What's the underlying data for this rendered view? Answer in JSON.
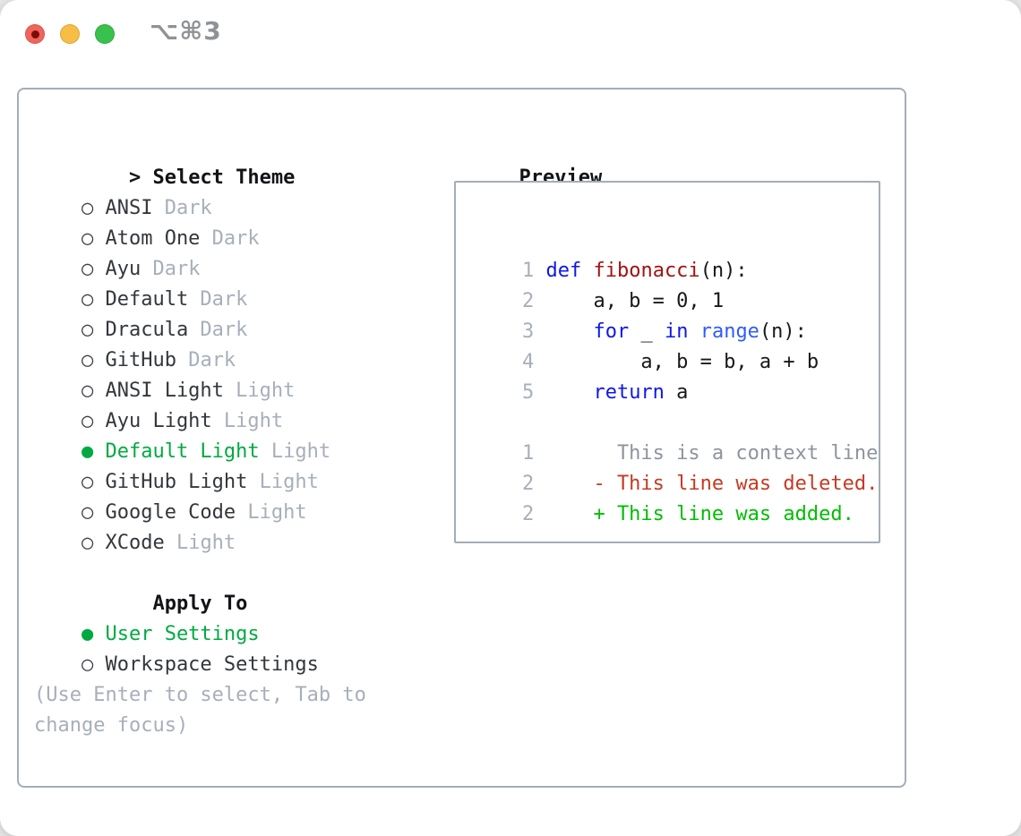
{
  "window": {
    "shortcut_label": "⌥⌘3"
  },
  "icons": {
    "selected_radio": "●",
    "unselected_radio": "○",
    "cursor_prefix": ">"
  },
  "colors": {
    "accent_green": "#00aa41",
    "added_green": "#00be00",
    "deleted_red": "#c53a22",
    "keyword_blue": "#0f17e8",
    "builtin_blue": "#2d5cff",
    "function_red": "#a31212",
    "muted_gray": "#a7afba",
    "border_gray": "#a4adb7",
    "traffic_close": "#f2635b",
    "traffic_minimize": "#f7bd45",
    "traffic_zoom": "#38c14c"
  },
  "theme_picker": {
    "title": "Select Theme",
    "items": [
      {
        "name": "ANSI",
        "variant": "Dark",
        "selected": false
      },
      {
        "name": "Atom One",
        "variant": "Dark",
        "selected": false
      },
      {
        "name": "Ayu",
        "variant": "Dark",
        "selected": false
      },
      {
        "name": "Default",
        "variant": "Dark",
        "selected": false
      },
      {
        "name": "Dracula",
        "variant": "Dark",
        "selected": false
      },
      {
        "name": "GitHub",
        "variant": "Dark",
        "selected": false
      },
      {
        "name": "ANSI Light",
        "variant": "Light",
        "selected": false
      },
      {
        "name": "Ayu Light",
        "variant": "Light",
        "selected": false
      },
      {
        "name": "Default Light",
        "variant": "Light",
        "selected": true
      },
      {
        "name": "GitHub Light",
        "variant": "Light",
        "selected": false
      },
      {
        "name": "Google Code",
        "variant": "Light",
        "selected": false
      },
      {
        "name": "XCode",
        "variant": "Light",
        "selected": false
      }
    ]
  },
  "apply_to": {
    "title": "Apply To",
    "options": [
      {
        "label": "User Settings",
        "selected": true
      },
      {
        "label": "Workspace Settings",
        "selected": false
      }
    ]
  },
  "help_lines": [
    "(Use Enter to select, Tab to",
    "change focus)"
  ],
  "preview": {
    "title": "Preview",
    "code_lines": [
      {
        "num": "1",
        "tokens": [
          {
            "t": "def",
            "c": "kw"
          },
          {
            "t": " ",
            "c": "pl"
          },
          {
            "t": "fibonacci",
            "c": "fn"
          },
          {
            "t": "(n):",
            "c": "pl"
          }
        ]
      },
      {
        "num": "2",
        "tokens": [
          {
            "t": "    a, b = 0, 1",
            "c": "pl"
          }
        ]
      },
      {
        "num": "3",
        "tokens": [
          {
            "t": "    ",
            "c": "pl"
          },
          {
            "t": "for",
            "c": "kw"
          },
          {
            "t": " _ ",
            "c": "pl"
          },
          {
            "t": "in",
            "c": "kw"
          },
          {
            "t": " ",
            "c": "pl"
          },
          {
            "t": "range",
            "c": "bi"
          },
          {
            "t": "(n):",
            "c": "pl"
          }
        ]
      },
      {
        "num": "4",
        "tokens": [
          {
            "t": "        a, b = b, a + b",
            "c": "pl"
          }
        ]
      },
      {
        "num": "5",
        "tokens": [
          {
            "t": "    ",
            "c": "pl"
          },
          {
            "t": "return",
            "c": "kw"
          },
          {
            "t": " a",
            "c": "pl"
          }
        ]
      }
    ],
    "diff_lines": [
      {
        "num": "1",
        "marker": "",
        "text": "This is a context line.",
        "kind": "context"
      },
      {
        "num": "2",
        "marker": "-",
        "text": "This line was deleted.",
        "kind": "deleted"
      },
      {
        "num": "2",
        "marker": "+",
        "text": "This line was added.",
        "kind": "added"
      }
    ]
  }
}
